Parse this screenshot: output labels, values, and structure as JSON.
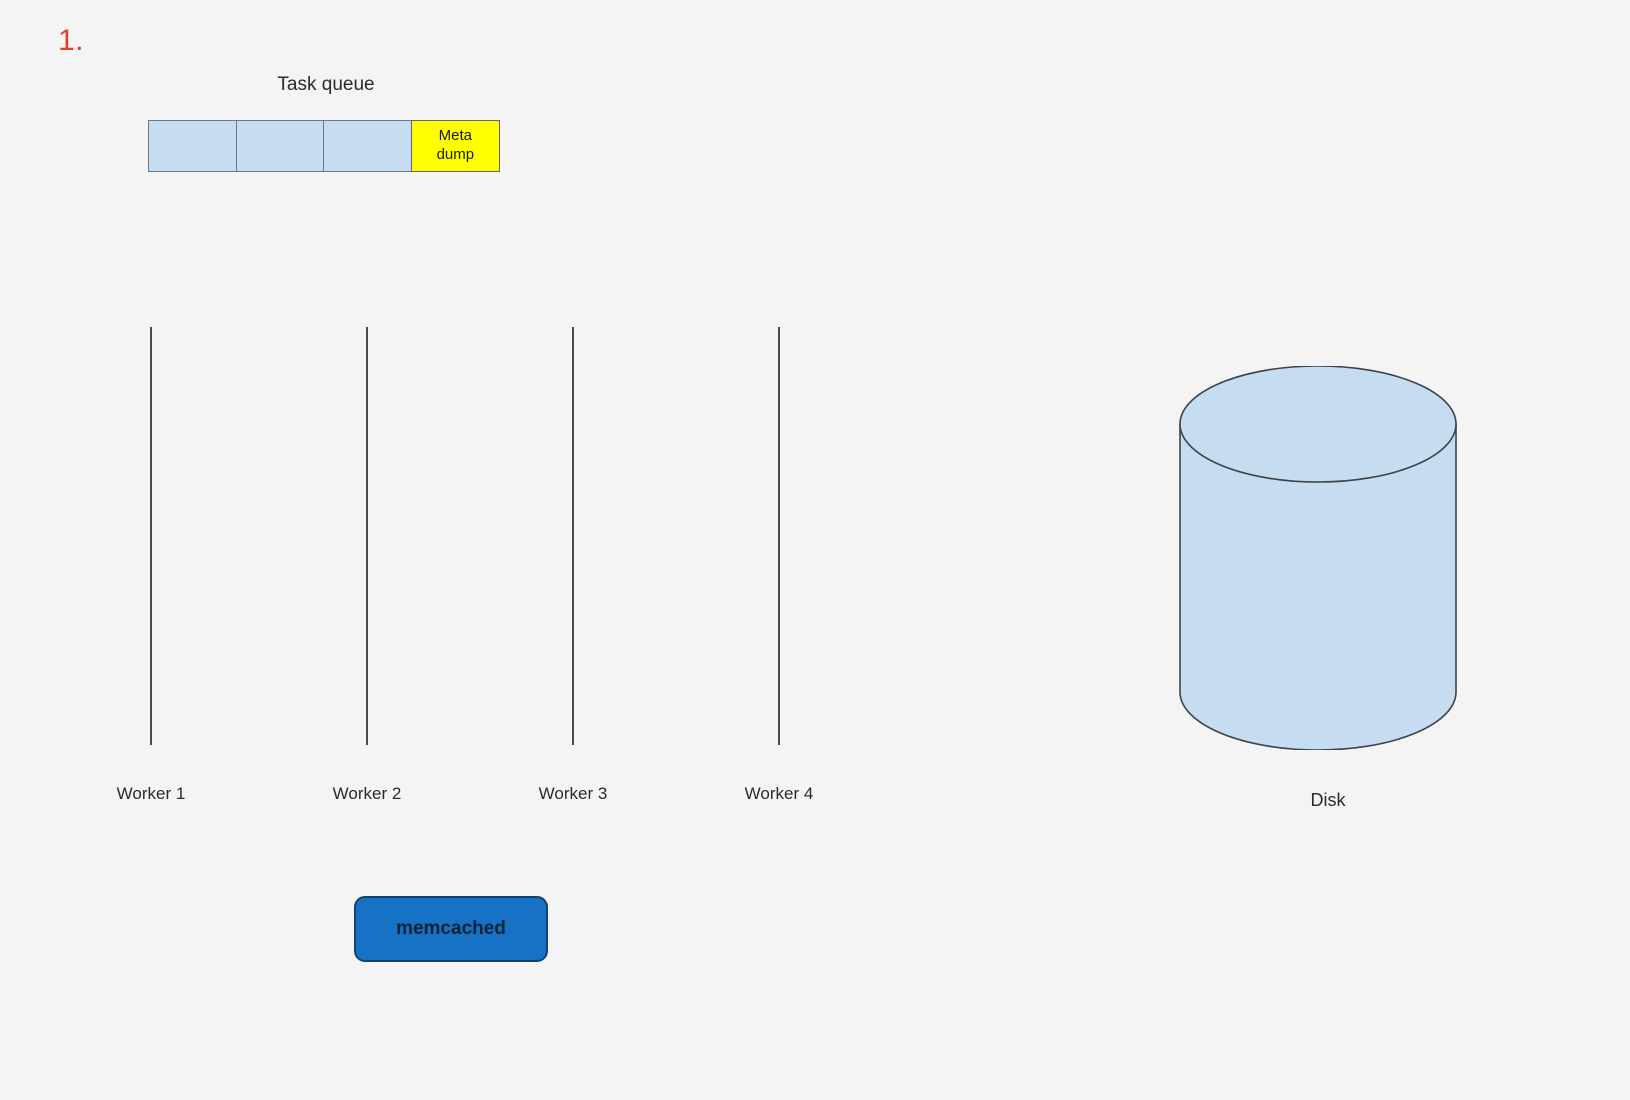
{
  "page": {
    "background_color": "#f4f4f4",
    "step_marker": "1."
  },
  "task_queue": {
    "title": "Task queue",
    "cells": [
      {
        "label": "",
        "fill": "#c6dcf0",
        "kind": "task"
      },
      {
        "label": "",
        "fill": "#c6dcf0",
        "kind": "task"
      },
      {
        "label": "",
        "fill": "#c6dcf0",
        "kind": "task"
      },
      {
        "label": "Meta dump",
        "line1": "Meta",
        "line2": "dump",
        "fill": "#ffff00",
        "kind": "meta-dump"
      }
    ]
  },
  "workers": [
    {
      "label": "Worker 1"
    },
    {
      "label": "Worker 2"
    },
    {
      "label": "Worker 3"
    },
    {
      "label": "Worker 4"
    }
  ],
  "disk": {
    "label": "Disk",
    "fill": "#c6dcf0",
    "stroke": "#3d4349"
  },
  "memcached": {
    "label": "memcached",
    "fill": "#1672c4",
    "stroke": "#12426e",
    "text_color": "#0d2137"
  }
}
